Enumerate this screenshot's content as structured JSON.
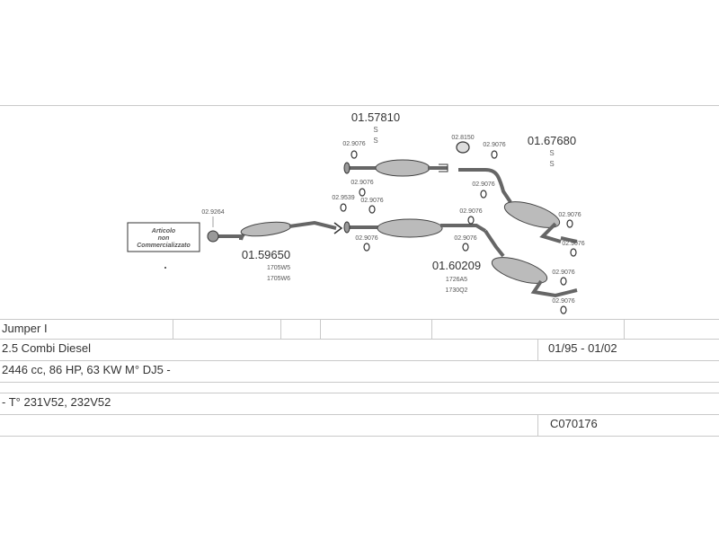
{
  "diagram": {
    "parts": [
      {
        "number": "01.57810",
        "marks": [
          "S",
          "S"
        ]
      },
      {
        "number": "01.67680",
        "marks": [
          "S",
          "S"
        ]
      },
      {
        "number": "01.59650",
        "codes": [
          "1705W5",
          "1705W6"
        ]
      },
      {
        "number": "01.60209",
        "codes": [
          "1726A5",
          "1730Q2"
        ]
      }
    ],
    "accessories": [
      "02.9264",
      "02.9076",
      "02.8150",
      "02.9539",
      "02.9076",
      "02.9076",
      "02.9076",
      "02.9076",
      "02.9076",
      "02.9076",
      "02.9076",
      "02.9076",
      "02.9076",
      "02.9076",
      "02.9076"
    ],
    "notice_box": {
      "line1": "Articolo",
      "line2": "non",
      "line3": "Commercializzato"
    }
  },
  "table": {
    "model": "Jumper I",
    "version": "2.5 Combi Diesel",
    "years": "01/95 - 01/02",
    "engine": "2446 cc, 86 HP, 63 KW M° DJ5 -",
    "types": "- T° 231V52, 232V52",
    "code": "C070176"
  }
}
